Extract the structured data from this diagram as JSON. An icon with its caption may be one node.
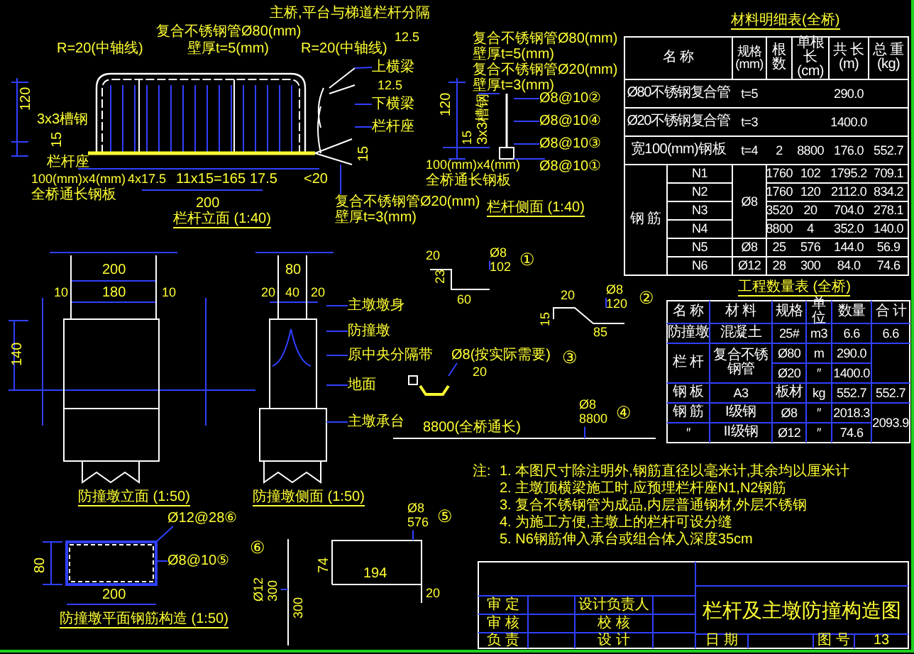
{
  "diagram": {
    "nodes": [
      {
        "text": [
          "上横梁"
        ]
      },
      {
        "text": [
          "下横梁"
        ]
      },
      {
        "text": [
          "栏杆座"
        ]
      },
      {
        "text": [
          "复合不锈钢管Ø20(mm)",
          "壁厚t=3(mm)"
        ]
      },
      {
        "text": [
          "复合不锈钢管Ø80(mm)",
          "壁厚t=5(mm)",
          "复合不锈钢管Ø20(mm)",
          "壁厚t=3(mm)"
        ]
      },
      {
        "text": [
          "Ø8@10②"
        ]
      },
      {
        "text": [
          "Ø8@10④"
        ]
      },
      {
        "text": [
          "Ø8@10③"
        ]
      },
      {
        "text": [
          "Ø8@10①"
        ]
      },
      {
        "text": [
          "主墩墩身"
        ]
      },
      {
        "text": [
          "防撞墩"
        ]
      },
      {
        "text": [
          "原中央分隔带"
        ]
      },
      {
        "text": [
          "地面"
        ]
      },
      {
        "text": [
          "主墩承台"
        ]
      },
      {
        "text": [
          "Ø12@28⑥"
        ]
      },
      {
        "text": [
          "Ø8@10⑤"
        ]
      },
      {
        "text": [],
        "shape": "picture"
      },
      {
        "text": [],
        "shape": "picture"
      },
      {
        "text": [],
        "shape": "picture"
      },
      {
        "text": [],
        "shape": "picture"
      },
      {
        "text": [
          "Ø8",
          "102"
        ]
      },
      {
        "text": [],
        "shape": "picture"
      },
      {
        "text": [
          "Ø8",
          "120"
        ]
      },
      {
        "text": [],
        "shape": "picture"
      },
      {
        "text": [
          "Ø8(按实际需要)"
        ]
      },
      {
        "text": [],
        "shape": "picture"
      },
      {
        "text": [
          "Ø8",
          "8800"
        ]
      },
      {
        "text": [],
        "shape": "picture"
      },
      {
        "text": [
          "Ø8",
          "576"
        ]
      },
      {
        "text": [],
        "shape": "picture"
      },
      {
        "text": [
          "Ø12",
          "300"
        ]
      },
      {
        "text": [],
        "shape": "picture"
      }
    ],
    "edges": [
      {
        "from": 0,
        "to": 16,
        "arrow": "none"
      },
      {
        "from": 1,
        "to": 16,
        "arrow": "none"
      },
      {
        "from": 2,
        "to": 16,
        "arrow": "none"
      },
      {
        "from": 3,
        "to": 16,
        "arrow": "none"
      },
      {
        "from": 4,
        "to": 17,
        "arrow": "none"
      },
      {
        "from": 5,
        "to": 17,
        "arrow": "none"
      },
      {
        "from": 6,
        "to": 17,
        "arrow": "none"
      },
      {
        "from": 7,
        "to": 17,
        "arrow": "none"
      },
      {
        "from": 8,
        "to": 17,
        "arrow": "none"
      },
      {
        "from": 9,
        "to": 18,
        "arrow": "none"
      },
      {
        "from": 10,
        "to": 18,
        "arrow": "none"
      },
      {
        "from": 11,
        "to": 18,
        "arrow": "none"
      },
      {
        "from": 12,
        "to": 18,
        "arrow": "none"
      },
      {
        "from": 13,
        "to": 18,
        "arrow": "none"
      },
      {
        "from": 14,
        "to": 19,
        "arrow": "none"
      },
      {
        "from": 15,
        "to": 19,
        "arrow": "none"
      },
      {
        "from": 20,
        "to": 21,
        "arrow": "none"
      },
      {
        "from": 22,
        "to": 23,
        "arrow": "none"
      },
      {
        "from": 24,
        "to": 25,
        "arrow": "none"
      },
      {
        "from": 26,
        "to": 27,
        "arrow": "none"
      },
      {
        "from": 28,
        "to": 29,
        "arrow": "none"
      },
      {
        "from": 30,
        "to": 31,
        "arrow": "none"
      }
    ],
    "labels": [
      "主桥,平台与梯道栏杆分隔",
      "R=20(中轴线)",
      "复合不锈钢管Ø80(mm)",
      "壁厚t=5(mm)",
      "R=20(中轴线)",
      "12.5",
      "12.5",
      "120",
      "15",
      "3x3槽钢",
      "栏杆座",
      "100(mm)x4(mm)",
      "全桥通长钢板",
      "4x17.5",
      "11x15=165",
      "17.5",
      "<20",
      "15",
      "200",
      "栏杆立面 (1:40)",
      "120",
      "15",
      "3x3槽钢",
      "100(mm)x4(mm)",
      "全桥通长钢板",
      "栏杆侧面 (1:40)",
      "材料明细表(全桥)",
      "名 称",
      "规格(mm)",
      "根数",
      "单根长(cm)",
      "共 长(m)",
      "总 重(kg)",
      "Ø80不锈钢复合管",
      "t=5",
      "290.0",
      "Ø20不锈钢复合管",
      "t=3",
      "1400.0",
      "宽100(mm)钢板",
      "t=4",
      "2",
      "8800",
      "176.0",
      "552.7",
      "钢 筋",
      "N1",
      "Ø8",
      "1760",
      "102",
      "1795.2",
      "709.1",
      "N2",
      "1760",
      "120",
      "2112.0",
      "834.2",
      "N3",
      "3520",
      "20",
      "704.0",
      "278.1",
      "N4",
      "8800",
      "4",
      "352.0",
      "140.0",
      "N5",
      "Ø8",
      "25",
      "576",
      "144.0",
      "56.9",
      "N6",
      "Ø12",
      "28",
      "300",
      "84.0",
      "74.6",
      "工程数量表 (全桥)",
      "名 称",
      "材 料",
      "规格",
      "单位",
      "数量",
      "合 计",
      "防撞墩",
      "混凝土",
      "25#",
      "m3",
      "6.6",
      "6.6",
      "栏 杆",
      "复合不锈钢管",
      "Ø80",
      "m",
      "290.0",
      "Ø20",
      "″",
      "1400.0",
      "钢 板",
      "A3",
      "板材",
      "kg",
      "552.7",
      "552.7",
      "钢 筋",
      "I级钢",
      "Ø8",
      "″",
      "2018.3",
      "2093.9",
      "″",
      "II级钢",
      "Ø12",
      "″",
      "74.6",
      "200",
      "10",
      "180",
      "10",
      "140",
      "80",
      "20",
      "40",
      "20",
      "防撞墩立面 (1:50)",
      "防撞墩侧面 (1:50)",
      "20",
      "23",
      "60",
      "①",
      "20",
      "15",
      "85",
      "②",
      "20",
      "③",
      "8800(全桥通长)",
      "④",
      "80",
      "200",
      "防撞墩平面钢筋构造 (1:50)",
      "⑥",
      "300",
      "⑤",
      "74",
      "194",
      "20",
      "注:",
      "1. 本图尺寸除注明外,钢筋直径以毫米计,其余均以厘米计",
      "2. 主墩顶横梁施工时,应预埋栏杆座N1,N2钢筋",
      "3. 复合不锈钢管为成品,内层普通钢材,外层不锈钢",
      "4. 为施工方便,主墩上的栏杆可设分缝",
      "5. N6钢筋伸入承台或组合体入深度35cm",
      "审 定",
      "设计负责人",
      "栏杆及主墩防撞构造图",
      "审 核",
      "校 核",
      "负 责",
      "设 计",
      "日 期",
      "图 号",
      "13"
    ]
  }
}
